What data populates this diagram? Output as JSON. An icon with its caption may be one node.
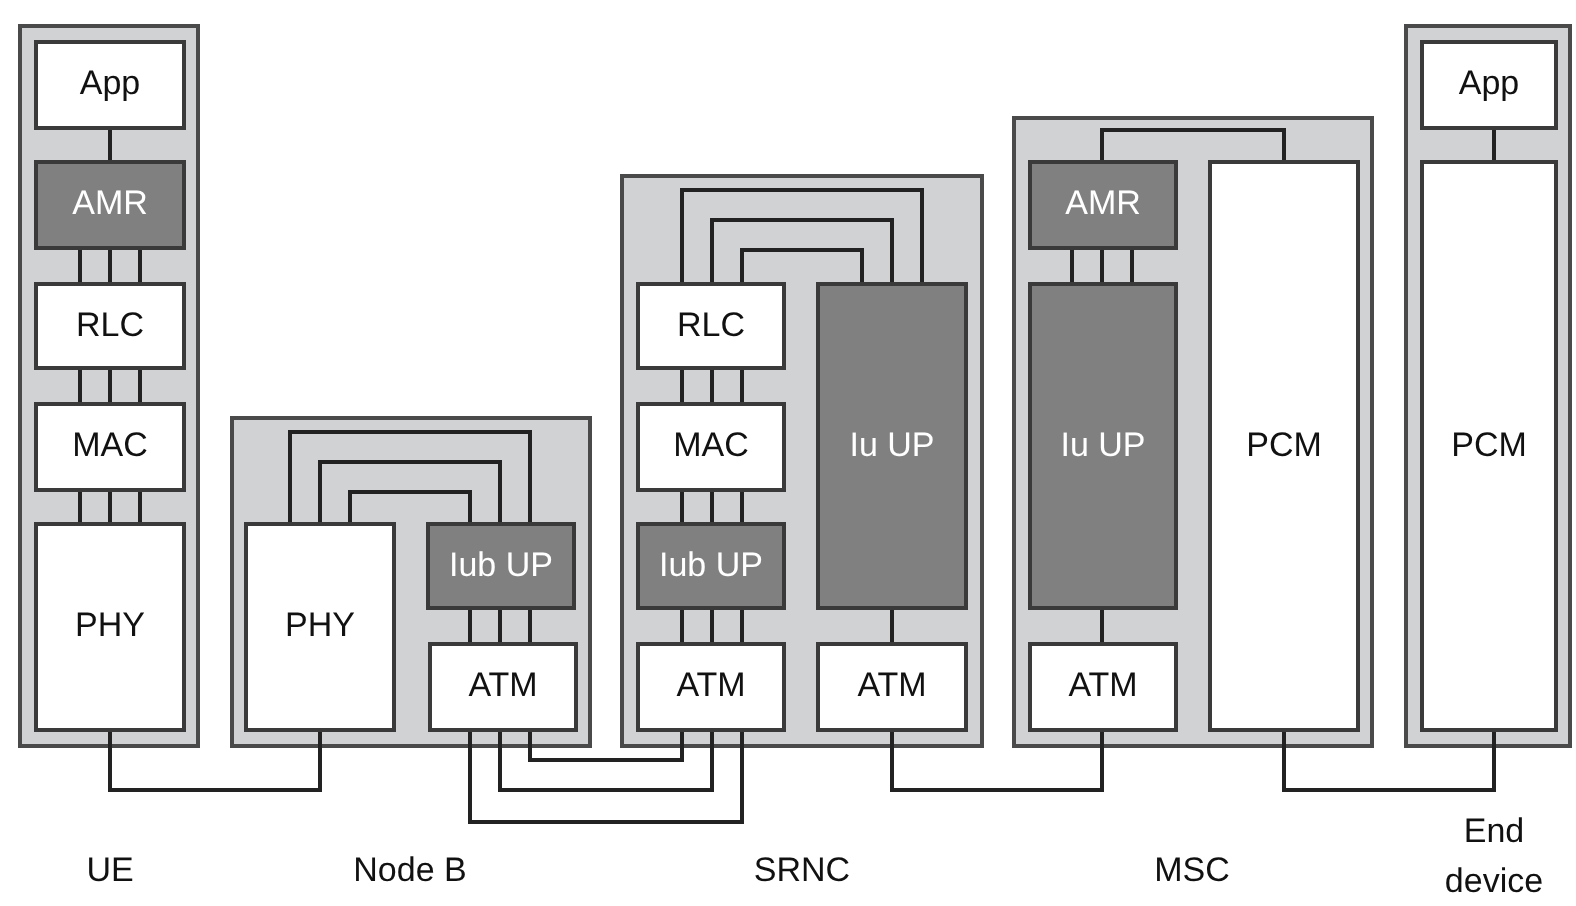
{
  "diagram": {
    "nodes": [
      {
        "text": [
          "UE"
        ]
      },
      {
        "text": [
          "App"
        ],
        "in": 0
      },
      {
        "text": [
          "AMR"
        ],
        "in": 0
      },
      {
        "text": [
          "RLC"
        ],
        "in": 0
      },
      {
        "text": [
          "MAC"
        ],
        "in": 0
      },
      {
        "text": [
          "PHY"
        ],
        "in": 0
      },
      {
        "text": [
          "Node B"
        ]
      },
      {
        "text": [
          "PHY"
        ],
        "in": 6
      },
      {
        "text": [
          "Iub UP"
        ],
        "in": 6
      },
      {
        "text": [
          "ATM"
        ],
        "in": 6
      },
      {
        "text": [
          "SRNC"
        ]
      },
      {
        "text": [
          "RLC"
        ],
        "in": 10
      },
      {
        "text": [
          "MAC"
        ],
        "in": 10
      },
      {
        "text": [
          "Iub UP"
        ],
        "in": 10
      },
      {
        "text": [
          "ATM"
        ],
        "in": 10
      },
      {
        "text": [
          "Iu UP"
        ],
        "in": 10
      },
      {
        "text": [
          "ATM"
        ],
        "in": 10
      },
      {
        "text": [
          "MSC"
        ]
      },
      {
        "text": [
          "AMR"
        ],
        "in": 17
      },
      {
        "text": [
          "Iu UP"
        ],
        "in": 17
      },
      {
        "text": [
          "ATM"
        ],
        "in": 17
      },
      {
        "text": [
          "PCM"
        ],
        "in": 17
      },
      {
        "text": [
          "End device"
        ]
      },
      {
        "text": [
          "App"
        ],
        "in": 22
      },
      {
        "text": [
          "PCM"
        ],
        "in": 22
      }
    ],
    "edges": [
      {
        "from": 1,
        "to": 2,
        "arrow": "none"
      },
      {
        "from": 2,
        "to": 3,
        "arrow": "none"
      },
      {
        "from": 2,
        "to": 3,
        "arrow": "none"
      },
      {
        "from": 2,
        "to": 3,
        "arrow": "none"
      },
      {
        "from": 3,
        "to": 4,
        "arrow": "none"
      },
      {
        "from": 3,
        "to": 4,
        "arrow": "none"
      },
      {
        "from": 3,
        "to": 4,
        "arrow": "none"
      },
      {
        "from": 4,
        "to": 5,
        "arrow": "none"
      },
      {
        "from": 4,
        "to": 5,
        "arrow": "none"
      },
      {
        "from": 4,
        "to": 5,
        "arrow": "none"
      },
      {
        "from": 5,
        "to": 7,
        "arrow": "none"
      },
      {
        "from": 7,
        "to": 8,
        "arrow": "none"
      },
      {
        "from": 7,
        "to": 8,
        "arrow": "none"
      },
      {
        "from": 7,
        "to": 8,
        "arrow": "none"
      },
      {
        "from": 8,
        "to": 9,
        "arrow": "none"
      },
      {
        "from": 8,
        "to": 9,
        "arrow": "none"
      },
      {
        "from": 8,
        "to": 9,
        "arrow": "none"
      },
      {
        "from": 9,
        "to": 14,
        "arrow": "none"
      },
      {
        "from": 9,
        "to": 14,
        "arrow": "none"
      },
      {
        "from": 9,
        "to": 14,
        "arrow": "none"
      },
      {
        "from": 11,
        "to": 15,
        "arrow": "none"
      },
      {
        "from": 11,
        "to": 15,
        "arrow": "none"
      },
      {
        "from": 11,
        "to": 15,
        "arrow": "none"
      },
      {
        "from": 11,
        "to": 12,
        "arrow": "none"
      },
      {
        "from": 11,
        "to": 12,
        "arrow": "none"
      },
      {
        "from": 11,
        "to": 12,
        "arrow": "none"
      },
      {
        "from": 12,
        "to": 13,
        "arrow": "none"
      },
      {
        "from": 12,
        "to": 13,
        "arrow": "none"
      },
      {
        "from": 12,
        "to": 13,
        "arrow": "none"
      },
      {
        "from": 13,
        "to": 14,
        "arrow": "none"
      },
      {
        "from": 13,
        "to": 14,
        "arrow": "none"
      },
      {
        "from": 13,
        "to": 14,
        "arrow": "none"
      },
      {
        "from": 15,
        "to": 16,
        "arrow": "none"
      },
      {
        "from": 16,
        "to": 20,
        "arrow": "none"
      },
      {
        "from": 18,
        "to": 19,
        "arrow": "none"
      },
      {
        "from": 18,
        "to": 19,
        "arrow": "none"
      },
      {
        "from": 18,
        "to": 19,
        "arrow": "none"
      },
      {
        "from": 19,
        "to": 20,
        "arrow": "none"
      },
      {
        "from": 18,
        "to": 21,
        "arrow": "none"
      },
      {
        "from": 21,
        "to": 24,
        "arrow": "none"
      },
      {
        "from": 23,
        "to": 24,
        "arrow": "none"
      }
    ]
  }
}
